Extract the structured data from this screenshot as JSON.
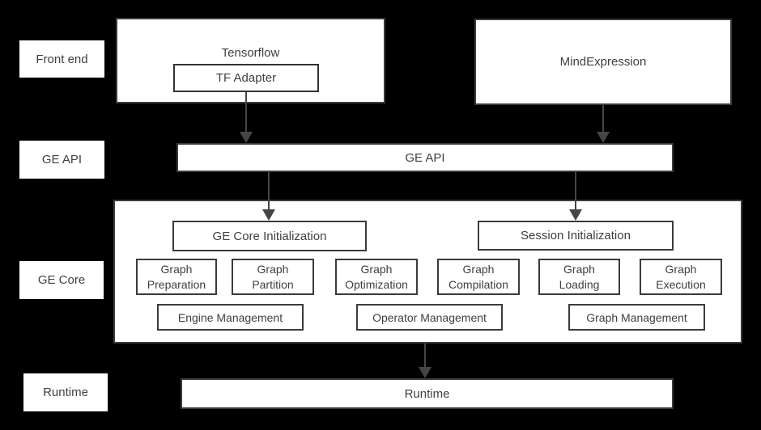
{
  "colors": {
    "background": "#000000",
    "box_fill": "#ffffff",
    "border": "#3b3b3b",
    "text": "#3f3f3f",
    "arrow": "#454545"
  },
  "layer_labels": [
    {
      "id": "front-end",
      "label": "Front end"
    },
    {
      "id": "ge-api",
      "label": "GE API"
    },
    {
      "id": "ge-core",
      "label": "GE Core"
    },
    {
      "id": "runtime",
      "label": "Runtime"
    }
  ],
  "front_end": {
    "tensorflow_label": "Tensorflow",
    "tf_adapter_label": "TF Adapter",
    "mind_expression_label": "MindExpression"
  },
  "ge_api": {
    "label": "GE API"
  },
  "ge_core": {
    "init_boxes": [
      "GE Core Initialization",
      "Session Initialization"
    ],
    "modules": [
      "Graph Preparation",
      "Graph Partition",
      "Graph Optimization",
      "Graph Compilation",
      "Graph Loading",
      "Graph Execution"
    ],
    "management": [
      "Engine Management",
      "Operator Management",
      "Graph Management"
    ]
  },
  "runtime": {
    "label": "Runtime"
  },
  "arrows": [
    {
      "from": "tf-adapter",
      "to": "ge-api"
    },
    {
      "from": "mind-expression",
      "to": "ge-api"
    },
    {
      "from": "ge-api",
      "to": "ge-core-initialization"
    },
    {
      "from": "ge-api",
      "to": "session-initialization"
    },
    {
      "from": "ge-core",
      "to": "runtime"
    }
  ]
}
